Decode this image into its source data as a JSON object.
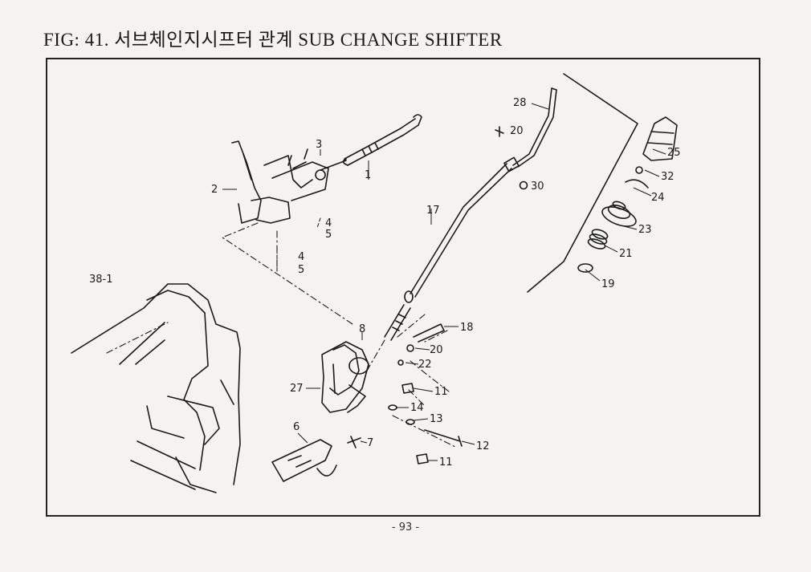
{
  "figure": {
    "title": "FIG: 41. 서브체인지시프터 관계 SUB CHANGE SHIFTER"
  },
  "labels": {
    "p28": "28",
    "p20a": "20",
    "p30": "30",
    "p25": "25",
    "p32": "32",
    "p24": "24",
    "p23": "23",
    "p21": "21",
    "p19": "19",
    "p3": "3",
    "p2": "2",
    "p1": "1",
    "p4a": "4",
    "p5a": "5",
    "p4b": "4",
    "p5b": "5",
    "p38": "38-1",
    "p17": "17",
    "p8": "8",
    "p18": "18",
    "p20b": "20",
    "p22": "22",
    "p27": "27",
    "p11a": "11",
    "p14": "14",
    "p13": "13",
    "p6": "6",
    "p7": "7",
    "p12": "12",
    "p11b": "11"
  },
  "page": {
    "number": "- 93 -"
  }
}
